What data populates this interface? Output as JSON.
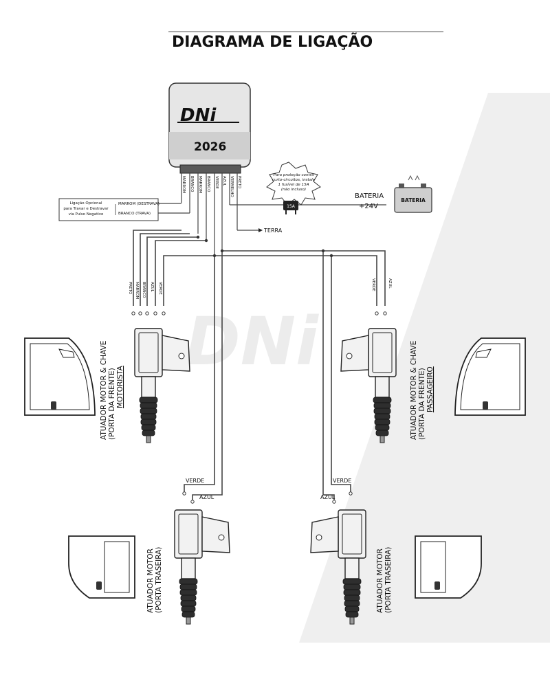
{
  "title": "DIAGRAMA DE LIGAÇÃO",
  "module": {
    "brand": "DNi",
    "model": "2026"
  },
  "module_wires": [
    "MARROM",
    "BRANCO",
    "MARROM",
    "BRANCO",
    "VERDE",
    "AZUL",
    "VERMELHO",
    "PRETO"
  ],
  "optional_box": {
    "text_lines": [
      "Ligação Opcional",
      "para Travar e Destravar",
      "via Pulso Negativo"
    ],
    "wire1": "MARROM (DESTRAVA)",
    "wire2": "BRANCO (TRAVA)"
  },
  "fuse_note": [
    "Para proteção contra",
    "curto-circuitos, instale",
    "1 fusível de 15A",
    "(não incluso)"
  ],
  "fuse_label": "15A",
  "battery": {
    "label": "BATERIA",
    "voltage": "+24V",
    "icon_text": "BATERIA"
  },
  "ground_label": "TERRA",
  "driver_wires": [
    "PRETO",
    "MARROM",
    "BRANCO",
    "AZUL",
    "VERDE"
  ],
  "passenger_wires": [
    "VERDE",
    "AZUL"
  ],
  "rear_wires": {
    "green": "VERDE",
    "blue": "AZUL"
  },
  "actuators": {
    "driver": [
      "ATUADOR MOTOR & CHAVE",
      "(PORTA DA FRENTE)",
      "MOTORISTA"
    ],
    "passenger": [
      "ATUADOR MOTOR & CHAVE",
      "(PORTA DA FRENTE)",
      "PASSAGEIRO"
    ],
    "rear_left": [
      "ATUADOR MOTOR",
      "(PORTA TRASEIRA)"
    ],
    "rear_right": [
      "ATUADOR MOTOR",
      "(PORTA TRASEIRA)"
    ]
  },
  "watermark": "DNi"
}
